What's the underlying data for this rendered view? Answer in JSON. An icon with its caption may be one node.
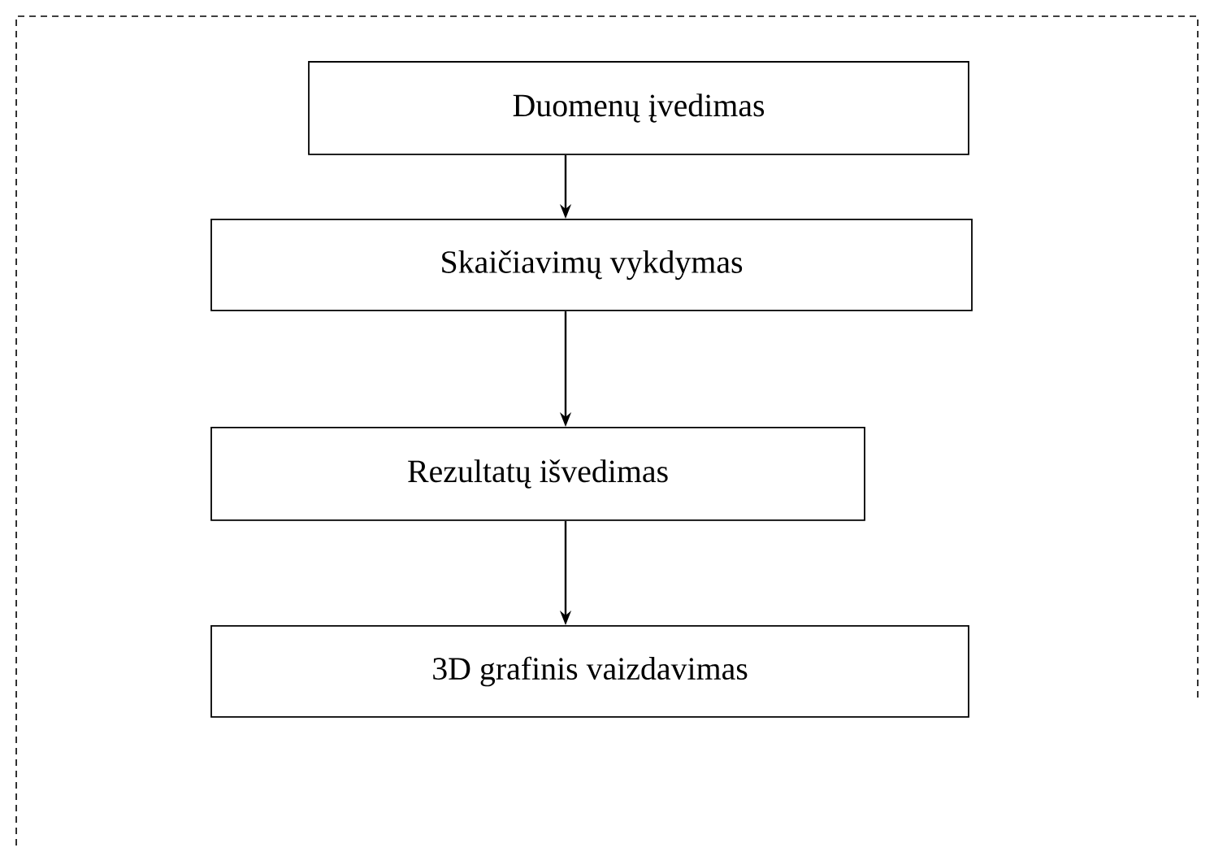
{
  "diagram": {
    "nodes": [
      {
        "text": [
          "Duomenų įvedimas"
        ]
      },
      {
        "text": [
          "Skaičiavimų vykdymas"
        ]
      },
      {
        "text": [
          "Rezultatų išvedimas"
        ]
      },
      {
        "text": [
          "3D grafinis vaizdavimas"
        ]
      }
    ],
    "edges": [
      {
        "from": 0,
        "to": 1,
        "arrow": "to"
      },
      {
        "from": 1,
        "to": 2,
        "arrow": "to"
      },
      {
        "from": 2,
        "to": 3,
        "arrow": "to"
      }
    ]
  }
}
